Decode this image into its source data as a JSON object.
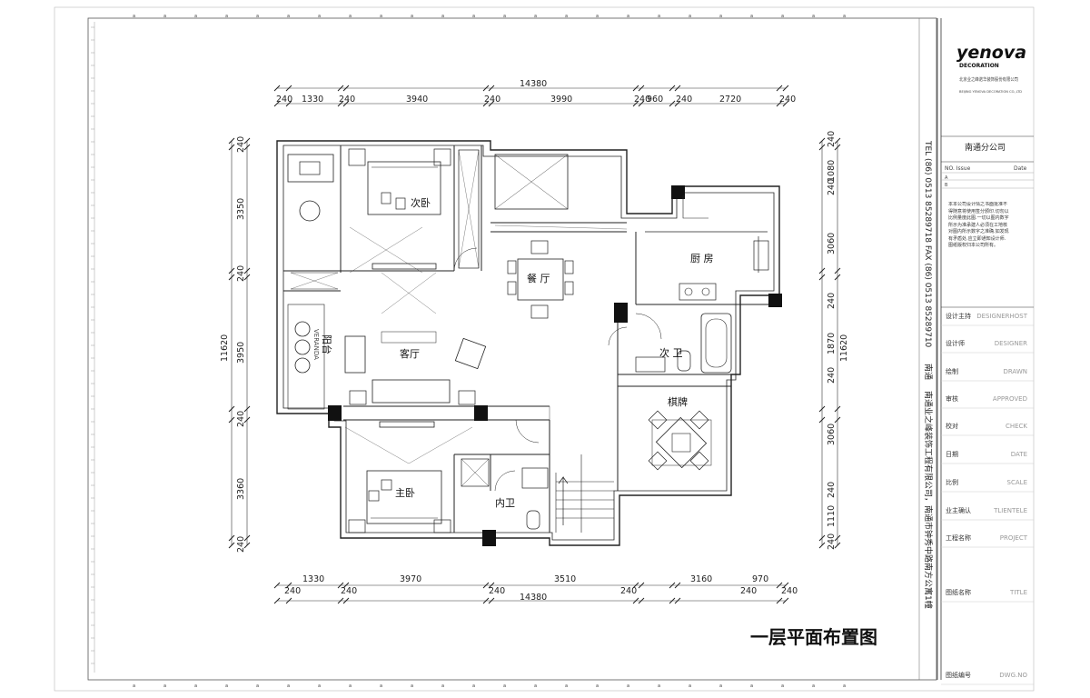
{
  "sheet": {
    "title": "一层平面布置图",
    "column_markers": [
      "a",
      "a",
      "a",
      "a",
      "a",
      "a",
      "a",
      "a",
      "a",
      "a",
      "a",
      "a",
      "a",
      "a",
      "a",
      "a",
      "a",
      "a",
      "a",
      "a",
      "a",
      "a",
      "a",
      "a"
    ]
  },
  "plan": {
    "dimensions": {
      "top_total": "14380",
      "top_row": [
        "240",
        "1330",
        "240",
        "3940",
        "240",
        "3990",
        "240",
        "960",
        "240",
        "2720",
        "240"
      ],
      "bottom_row_a": [
        "1330",
        "3970",
        "3510",
        "3160",
        "970"
      ],
      "bottom_row_b": [
        "240",
        "240",
        "240",
        "240",
        "240",
        "240"
      ],
      "bottom_total": "14380",
      "left_total": "11620",
      "left_row": [
        "240",
        "3350",
        "240",
        "3950",
        "240",
        "3360",
        "240"
      ],
      "right_total": "11620",
      "right_row": [
        "240",
        "1080",
        "240",
        "3060",
        "240",
        "1870",
        "240",
        "3060",
        "240",
        "1110",
        "240"
      ]
    },
    "rooms": {
      "second_bedroom": "次卧",
      "dining": "餐 厅",
      "kitchen": "厨 房",
      "balcony": "阳台",
      "balcony_en": "VERANDA",
      "living": "客厅",
      "guest_bath": "次 卫",
      "chess_room": "棋牌",
      "master_bedroom": "主卧",
      "master_bath": "内卫"
    }
  },
  "title_block": {
    "logo": "yenova",
    "logo_sub": "DECORATION",
    "company_cn": "北京业之峰诺华装饰股份有限公司",
    "company_en": "BEIJING YENOVA DECORATION CO.,LTD",
    "branch": "南通分公司",
    "issue_no_label": "NO.  Issue",
    "issue_date_label": "Date",
    "issue_a": "A",
    "issue_b": "B",
    "notes": "本本公司设计情之书面批准不得随意将使用签分颁印.切勿以比例量度此图.一切以图内数字所示为准承建人必须在工地核对图内所示数字之准确.如发现有矛盾处.应立即通知设计师.图纸版权归本公司所有。",
    "vertical_address": "南通业之峰装饰工程有限公司，南通市钟秀中路南方公寓1幢",
    "vertical_fax": "TEL (86) 0513 85289718  FAX (86) 0513 85289710",
    "vertical_city": "南通",
    "rows": [
      {
        "label": "设计主持",
        "value": "DESIGNERHOST"
      },
      {
        "label": "设计师",
        "value": "DESIGNER"
      },
      {
        "label": "绘制",
        "value": "DRAWN"
      },
      {
        "label": "审核",
        "value": "APPROVED"
      },
      {
        "label": "校对",
        "value": "CHECK"
      },
      {
        "label": "日期",
        "value": "DATE"
      },
      {
        "label": "比例",
        "value": "SCALE"
      },
      {
        "label": "业主确认",
        "value": "TLIENTELE"
      },
      {
        "label": "工程名称",
        "value": "PROJECT"
      },
      {
        "label": "图纸名称",
        "value": "TITLE"
      },
      {
        "label": "图纸编号",
        "value": "DWG.NO"
      }
    ]
  }
}
